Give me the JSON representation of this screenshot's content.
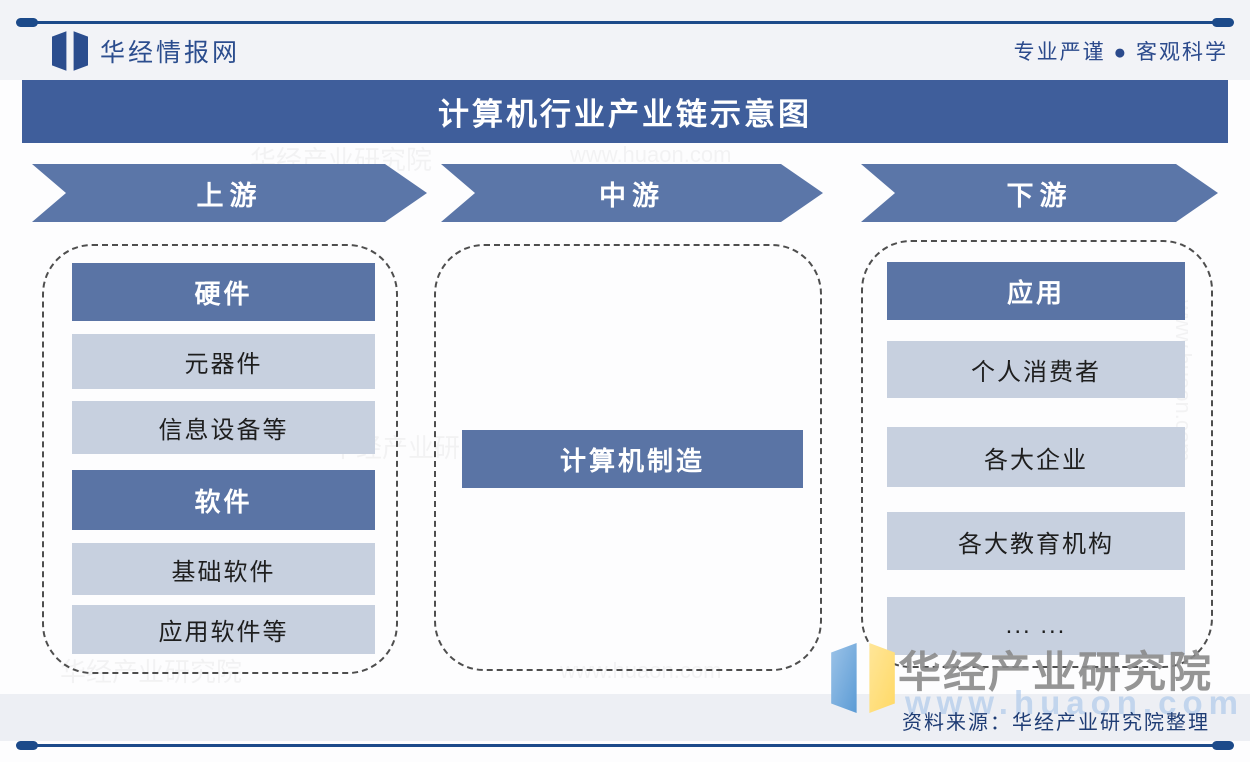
{
  "header": {
    "logo_text": "华经情报网",
    "tagline": "专业严谨 ● 客观科学",
    "title": "计算机行业产业链示意图"
  },
  "stages": [
    "上游",
    "中游",
    "下游"
  ],
  "columns": {
    "upstream": {
      "items": [
        {
          "label": "硬件",
          "type": "header"
        },
        {
          "label": "元器件",
          "type": "item"
        },
        {
          "label": "信息设备等",
          "type": "item"
        },
        {
          "label": "软件",
          "type": "header"
        },
        {
          "label": "基础软件",
          "type": "item"
        },
        {
          "label": "应用软件等",
          "type": "item"
        }
      ]
    },
    "midstream": {
      "items": [
        {
          "label": "计算机制造",
          "type": "header"
        }
      ]
    },
    "downstream": {
      "items": [
        {
          "label": "应用",
          "type": "header"
        },
        {
          "label": "个人消费者",
          "type": "item"
        },
        {
          "label": "各大企业",
          "type": "item"
        },
        {
          "label": "各大教育机构",
          "type": "item"
        },
        {
          "label": "... ...",
          "type": "item"
        }
      ]
    }
  },
  "footer": {
    "watermark_text": "华经产业研究院",
    "watermark_url": "www.huaon.com",
    "source": "资料来源：华经产业研究院整理"
  },
  "colors": {
    "title_bar": "#3f5e9b",
    "stage_arrow": "#5b76a8",
    "dark_bar": "#5a74a5",
    "light_bar": "#c7d0df",
    "rule_line": "#1c4a8a",
    "brand_navy": "#2b4d8e",
    "watermark_gray": "#8a8a8a",
    "logo_blue": "#5b9bd5",
    "logo_yellow": "#ffd966"
  }
}
